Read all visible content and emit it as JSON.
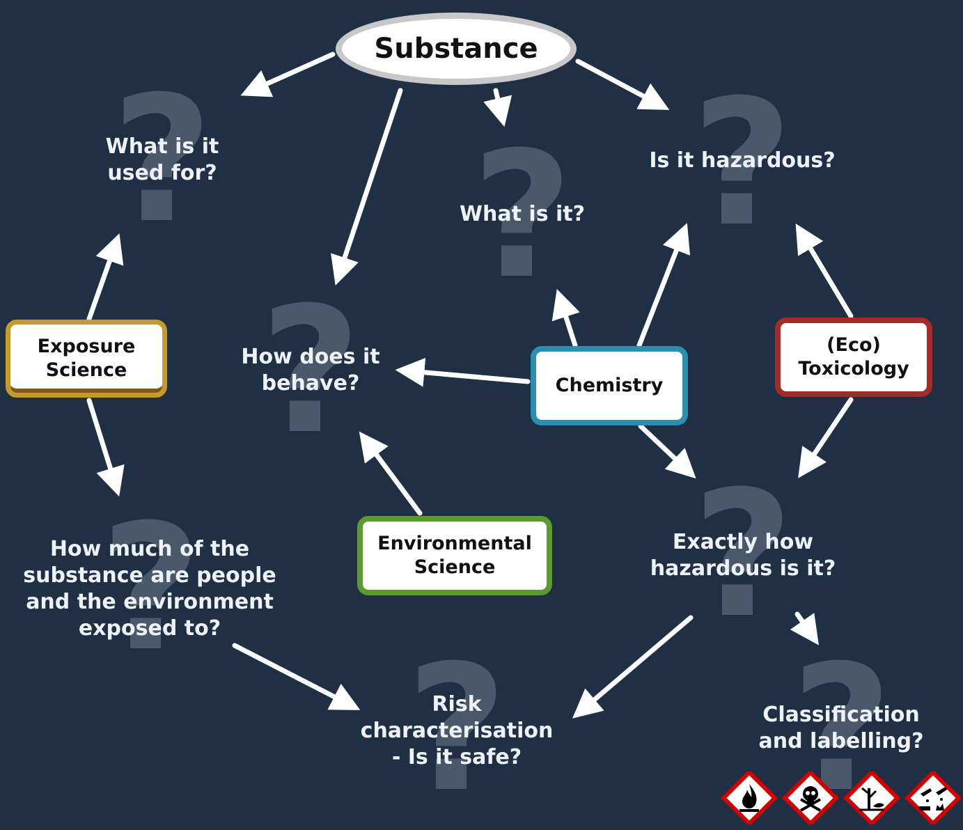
{
  "colors": {
    "background": "#1f2f44",
    "question_mark": "#4a586b",
    "arrow": "#ffffff",
    "exposure_border": "#c89a2a",
    "chemistry_border": "#2a8fb0",
    "ecotox_border": "#a52a2a",
    "environmental_border": "#5a9a2e"
  },
  "nodes": {
    "substance": "Substance",
    "exposure_line1": "Exposure",
    "exposure_line2": "Science",
    "chemistry": "Chemistry",
    "ecotox_line1": "(Eco)",
    "ecotox_line2": "Toxicology",
    "environmental_line1": "Environmental",
    "environmental_line2": "Science"
  },
  "questions": {
    "used_for_1": "What is it",
    "used_for_2": "used for?",
    "what_is_it": "What is it?",
    "hazardous": "Is it hazardous?",
    "behave_1": "How does it",
    "behave_2": "behave?",
    "exposure_1": "How much of the",
    "exposure_2": "substance are people",
    "exposure_3": "and the environment",
    "exposure_4": "exposed to?",
    "how_hazardous_1": "Exactly how",
    "how_hazardous_2": "hazardous is it?",
    "risk_1": "Risk",
    "risk_2": "characterisation",
    "risk_3": "- Is it safe?",
    "classification_1": "Classification",
    "classification_2": "and labelling?"
  },
  "question_mark_glyph": "?",
  "hazard_pictograms": [
    "flame-icon",
    "skull-crossbones-icon",
    "environment-icon",
    "corrosion-icon"
  ]
}
